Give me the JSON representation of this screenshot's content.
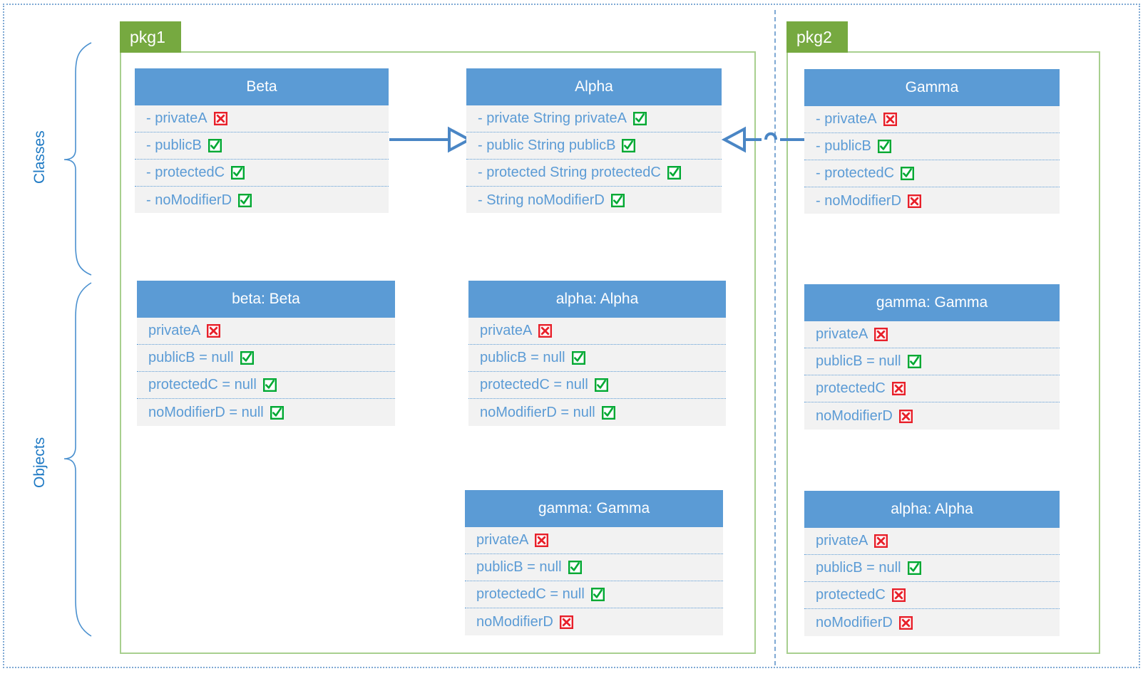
{
  "page": {
    "title": "UML class and object diagram - package visibility",
    "colors": {
      "package_border": "#a8cf8f",
      "package_tab": "#76a940",
      "box_header": "#5b9bd5",
      "box_body": "#f2f2f2",
      "text_blue": "#5b9bd5",
      "label_blue": "#1f7ac4",
      "ok_green": "#00a933",
      "bad_red": "#e8202a",
      "divider_dash": "#7fa9d4"
    }
  },
  "side_labels": [
    {
      "text": "Classes",
      "name": "classes"
    },
    {
      "text": "Objects",
      "name": "objects"
    }
  ],
  "packages": [
    {
      "id": "pkg1",
      "label": "pkg1"
    },
    {
      "id": "pkg2",
      "label": "pkg2"
    }
  ],
  "classes": [
    {
      "id": "beta-class",
      "title": "Beta",
      "package": "pkg1",
      "rows": [
        {
          "text": "- privateA",
          "mark": "cross"
        },
        {
          "text": "- publicB",
          "mark": "check"
        },
        {
          "text": "- protectedC",
          "mark": "check"
        },
        {
          "text": "- noModifierD",
          "mark": "check"
        }
      ]
    },
    {
      "id": "alpha-class",
      "title": "Alpha",
      "package": "pkg1",
      "rows": [
        {
          "text": "- private String privateA",
          "mark": "check"
        },
        {
          "text": "- public String publicB",
          "mark": "check"
        },
        {
          "text": "- protected String protectedC",
          "mark": "check"
        },
        {
          "text": "- String noModifierD",
          "mark": "check"
        }
      ]
    },
    {
      "id": "gamma-class",
      "title": "Gamma",
      "package": "pkg2",
      "rows": [
        {
          "text": "- privateA",
          "mark": "cross"
        },
        {
          "text": "- publicB",
          "mark": "check"
        },
        {
          "text": "- protectedC",
          "mark": "check"
        },
        {
          "text": "- noModifierD",
          "mark": "cross"
        }
      ]
    }
  ],
  "objects": [
    {
      "id": "beta-object",
      "title": "beta: Beta",
      "package": "pkg1",
      "rows": [
        {
          "text": "privateA",
          "mark": "cross"
        },
        {
          "text": "publicB  = null",
          "mark": "check"
        },
        {
          "text": "protectedC  = null",
          "mark": "check"
        },
        {
          "text": "noModifierD  = null",
          "mark": "check"
        }
      ]
    },
    {
      "id": "alpha-object-pkg1",
      "title": "alpha: Alpha",
      "package": "pkg1",
      "rows": [
        {
          "text": "privateA",
          "mark": "cross"
        },
        {
          "text": "publicB  = null",
          "mark": "check"
        },
        {
          "text": "protectedC  = null",
          "mark": "check"
        },
        {
          "text": "noModifierD  = null",
          "mark": "check"
        }
      ]
    },
    {
      "id": "gamma-object-pkg1",
      "title": "gamma: Gamma",
      "package": "pkg1",
      "rows": [
        {
          "text": "privateA",
          "mark": "cross"
        },
        {
          "text": "publicB  = null",
          "mark": "check"
        },
        {
          "text": "protectedC  = null",
          "mark": "check"
        },
        {
          "text": "noModifierD",
          "mark": "cross"
        }
      ]
    },
    {
      "id": "gamma-object-pkg2",
      "title": "gamma: Gamma",
      "package": "pkg2",
      "rows": [
        {
          "text": "privateA",
          "mark": "cross"
        },
        {
          "text": "publicB  = null",
          "mark": "check"
        },
        {
          "text": "protectedC",
          "mark": "cross"
        },
        {
          "text": "noModifierD",
          "mark": "cross"
        }
      ]
    },
    {
      "id": "alpha-object-pkg2",
      "title": "alpha: Alpha",
      "package": "pkg2",
      "rows": [
        {
          "text": "privateA",
          "mark": "cross"
        },
        {
          "text": "publicB  = null",
          "mark": "check"
        },
        {
          "text": "protectedC",
          "mark": "cross"
        },
        {
          "text": "noModifierD",
          "mark": "cross"
        }
      ]
    }
  ],
  "connectors": [
    {
      "id": "beta-to-alpha",
      "type": "generalization",
      "from": "Beta",
      "to": "Alpha",
      "direction": "right"
    },
    {
      "id": "gamma-to-alpha",
      "type": "generalization",
      "from": "Gamma",
      "to": "Alpha",
      "direction": "left"
    }
  ]
}
